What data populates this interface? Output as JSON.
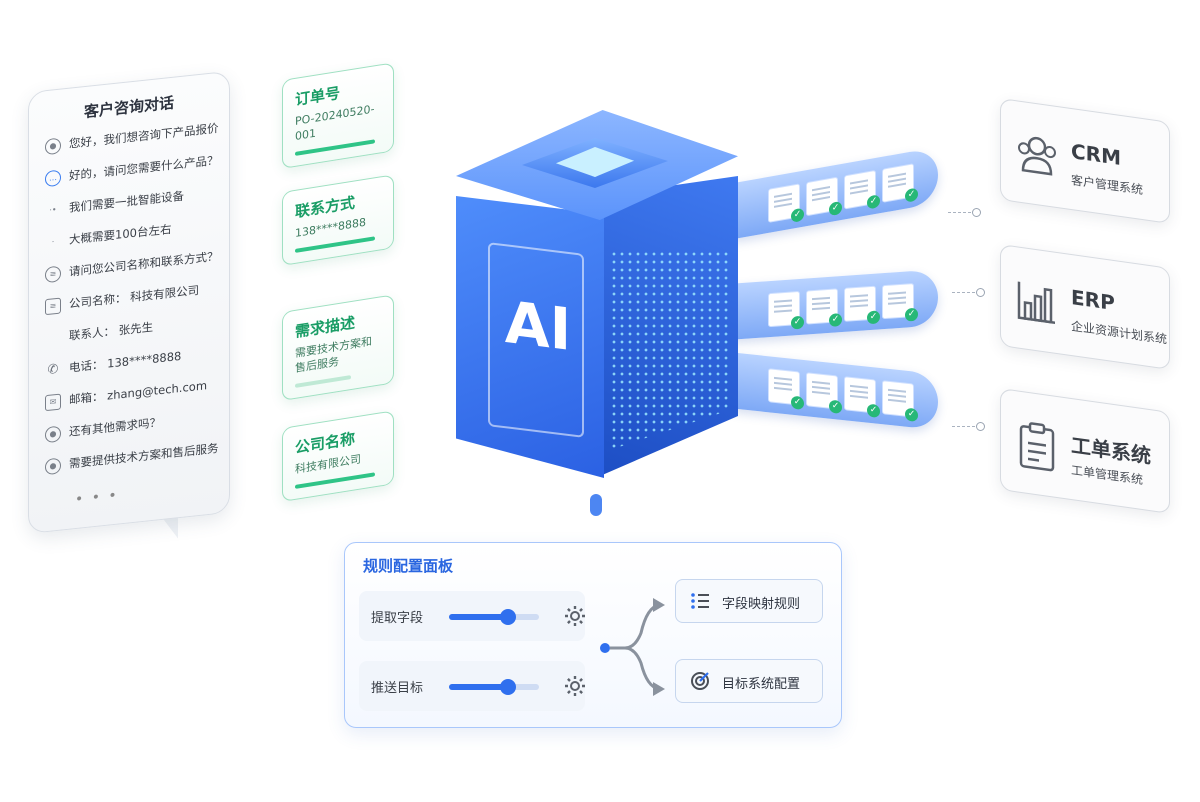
{
  "chat": {
    "title": "客户咨询对话",
    "messages": [
      {
        "icon": "user-icon",
        "text": "您好，我们想咨询下产品报价"
      },
      {
        "icon": "chat-bot-icon",
        "text": "好的，请问您需要什么产品？"
      },
      {
        "icon": "typing-icon",
        "text": "我们需要一批智能设备"
      },
      {
        "icon": "typing-icon",
        "text": "大概需要100台左右"
      },
      {
        "icon": "document-icon",
        "text": "请问您公司名称和联系方式？"
      },
      {
        "icon": "document-icon",
        "text": "公司名称：  科技有限公司"
      },
      {
        "icon": "none",
        "text": "联系人：  张先生"
      },
      {
        "icon": "phone-icon",
        "text": "电话：  138****8888"
      },
      {
        "icon": "mail-icon",
        "text": "邮箱：  zhang@tech.com"
      },
      {
        "icon": "user-icon",
        "text": "还有其他需求吗？"
      },
      {
        "icon": "user-icon",
        "text": "需要提供技术方案和售后服务"
      }
    ],
    "ellipsis": "• • •"
  },
  "fields": [
    {
      "title": "订单号",
      "value": "PO-20240520-001"
    },
    {
      "title": "联系方式",
      "value": "138****8888"
    },
    {
      "title": "需求描述",
      "value": "需要技术方案和售后服务"
    },
    {
      "title": "公司名称",
      "value": "科技有限公司"
    }
  ],
  "cube": {
    "label": "AI"
  },
  "systems": [
    {
      "name": "CRM",
      "desc": "客户管理系统",
      "icon": "people-icon"
    },
    {
      "name": "ERP",
      "desc": "企业资源计划系统",
      "icon": "bar-chart-icon"
    },
    {
      "name": "工单系统",
      "desc": "工单管理系统",
      "icon": "clipboard-icon"
    }
  ],
  "panel": {
    "title": "规则配置面板",
    "controls": [
      {
        "label": "提取字段",
        "level": 0.65
      },
      {
        "label": "推送目标",
        "level": 0.65
      }
    ],
    "outputs": [
      {
        "label": "字段映射规则",
        "icon": "list-icon"
      },
      {
        "label": "目标系统配置",
        "icon": "target-icon"
      }
    ]
  },
  "colors": {
    "accent_blue": "#2f6fee",
    "accent_green": "#1a9d66",
    "cube_blue": "#3b74ee"
  }
}
